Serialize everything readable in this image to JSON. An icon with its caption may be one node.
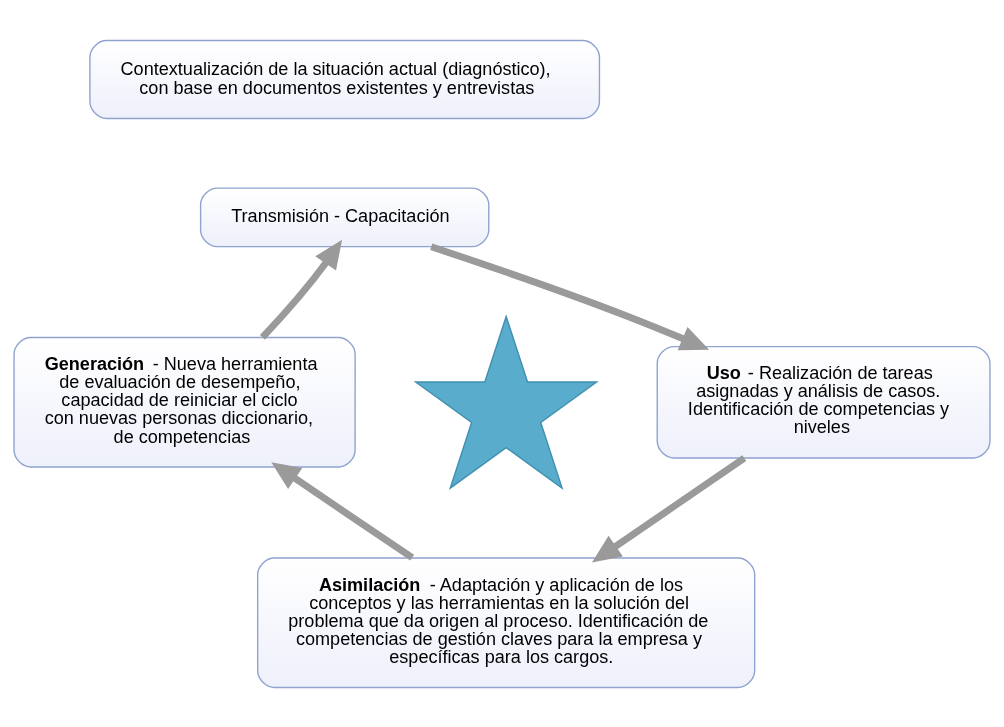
{
  "diagram": {
    "nodes": [
      {
        "text": [
          "Contextualización de la situación actual (diagnóstico), con base en documentos existentes y entrevistas"
        ]
      },
      {
        "text": [
          "Transmisión - Capacitación"
        ]
      },
      {
        "text": [
          "**Uso** - Realización de tareas asignadas y análisis de casos. Identificación de competencias y niveles"
        ]
      },
      {
        "text": [
          "**Asimilación** - Adaptación y aplicación de los conceptos y las herramientas en la solución del problema que da origen al proceso. Identificación de competencias de gestión claves para la empresa y específicas para los cargos."
        ]
      },
      {
        "text": [
          "**Generación** - Nueva herramienta de evaluación de desempeño, capacidad de reiniciar el ciclo con nuevas personas diccionario, de competencias"
        ]
      },
      {
        "text": [],
        "shape": "cross"
      }
    ],
    "edges": [
      {
        "from": 4,
        "to": 1,
        "arrow": "to"
      },
      {
        "from": 1,
        "to": 2,
        "arrow": "to"
      },
      {
        "from": 2,
        "to": 3,
        "arrow": "to"
      },
      {
        "from": 3,
        "to": 4,
        "arrow": "to"
      }
    ]
  }
}
